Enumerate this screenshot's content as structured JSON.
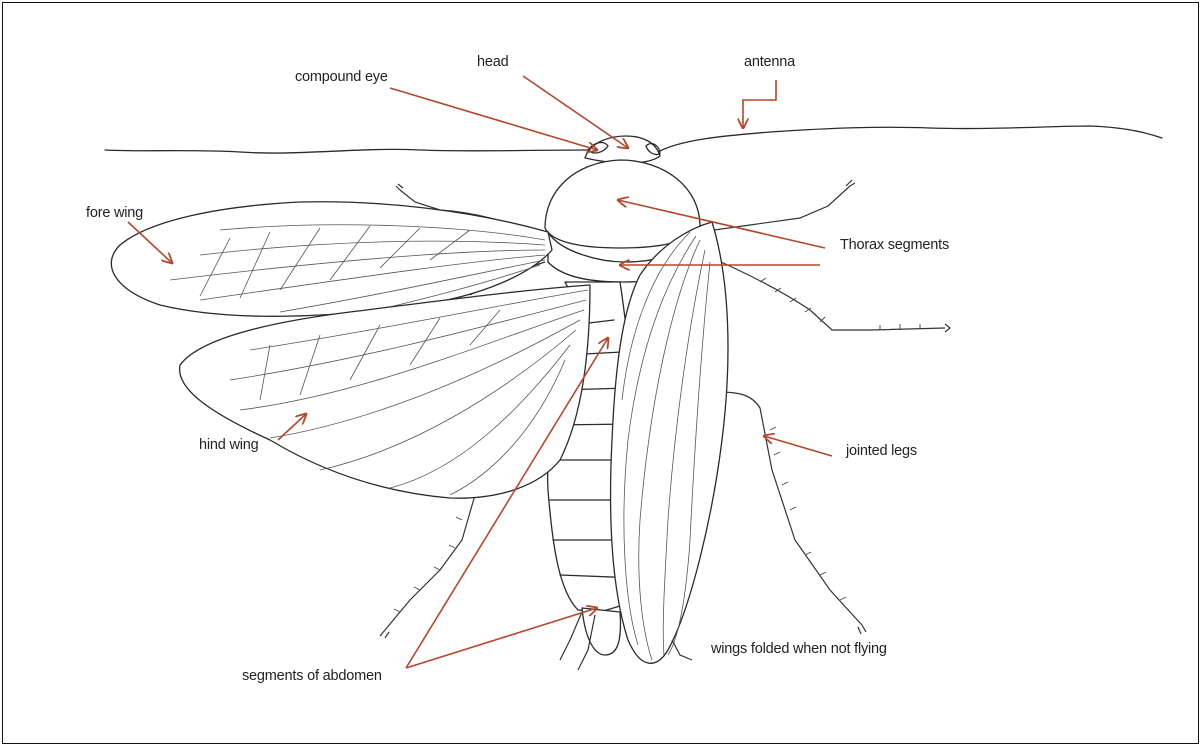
{
  "labels": {
    "compound_eye": "compound eye",
    "head": "head",
    "antenna": "antenna",
    "fore_wing": "fore wing",
    "thorax_segments": "Thorax segments",
    "hind_wing": "hind wing",
    "jointed_legs": "jointed legs",
    "segments_of_abdomen": "segments of abdomen",
    "wings_folded": "wings folded when not flying"
  },
  "colors": {
    "arrow": "#b5472d",
    "outline": "#2a2a2a",
    "label_text": "#222222"
  }
}
